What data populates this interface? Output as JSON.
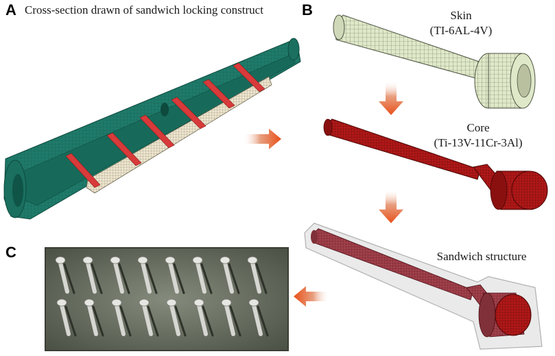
{
  "panels": {
    "a": {
      "letter": "A",
      "caption": "Cross-section drawn of sandwich locking construct"
    },
    "b": {
      "letter": "B",
      "skin": {
        "name": "Skin",
        "material": "(TI-6AL-4V)"
      },
      "core": {
        "name": "Core",
        "material": "(Ti-13V-11Cr-3Al)"
      },
      "sandwich": {
        "name": "Sandwich structure"
      }
    },
    "c": {
      "letter": "C"
    }
  },
  "colors": {
    "skin": "#dfe8c8",
    "core": "#b01818",
    "sandwich": "#9a3a44",
    "shell": "#1f7a6a",
    "band": "#d83a3a",
    "arrow": "#e8501a",
    "photo_bg": "#7a8070"
  }
}
